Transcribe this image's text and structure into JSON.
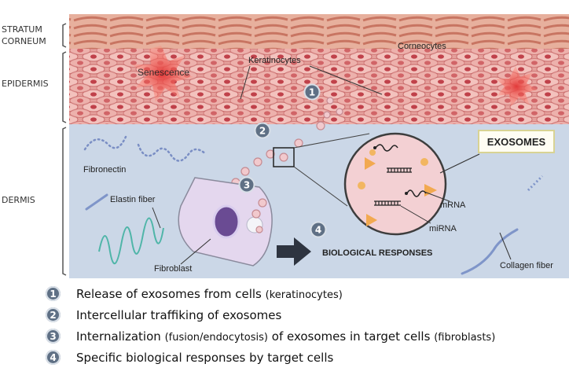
{
  "layers": [
    {
      "label_line1": "STRATUM",
      "label_line2": "CORNEUM"
    },
    {
      "label_line1": "EPIDERMIS"
    },
    {
      "label_line1": "DERMIS"
    }
  ],
  "labels": {
    "corneocytes": "Corneocytes",
    "keratinocytes": "Keratinocytes",
    "senescence": "Senescence",
    "exosomes": "EXOSOMES",
    "fibronectin": "Fibronectin",
    "elastin": "Elastin fiber",
    "fibroblast": "Fibroblast",
    "biological_responses": "BIOLOGICAL RESPONSES",
    "mrna": "mRNA",
    "mirna": "miRNA",
    "collagen": "Collagen fiber"
  },
  "badges": [
    "1",
    "2",
    "3",
    "4"
  ],
  "legend": [
    {
      "num": "1",
      "text": "Release of exosomes from cells",
      "note": "(keratinocytes)"
    },
    {
      "num": "2",
      "text": "Intercellular traffiking of exosomes",
      "note": ""
    },
    {
      "num": "3",
      "text_a": "Internalization",
      "note_a": "(fusion/endocytosis)",
      "text_b": "of exosomes in target cells",
      "note_b": "(fibroblasts)"
    },
    {
      "num": "4",
      "text": "Specific biological responses by target cells",
      "note": ""
    }
  ],
  "colors": {
    "dermis": "#cbd7e7",
    "epidermis": "#e79b98",
    "badge": "#5f7085",
    "exosome": "#f1c9cd"
  }
}
